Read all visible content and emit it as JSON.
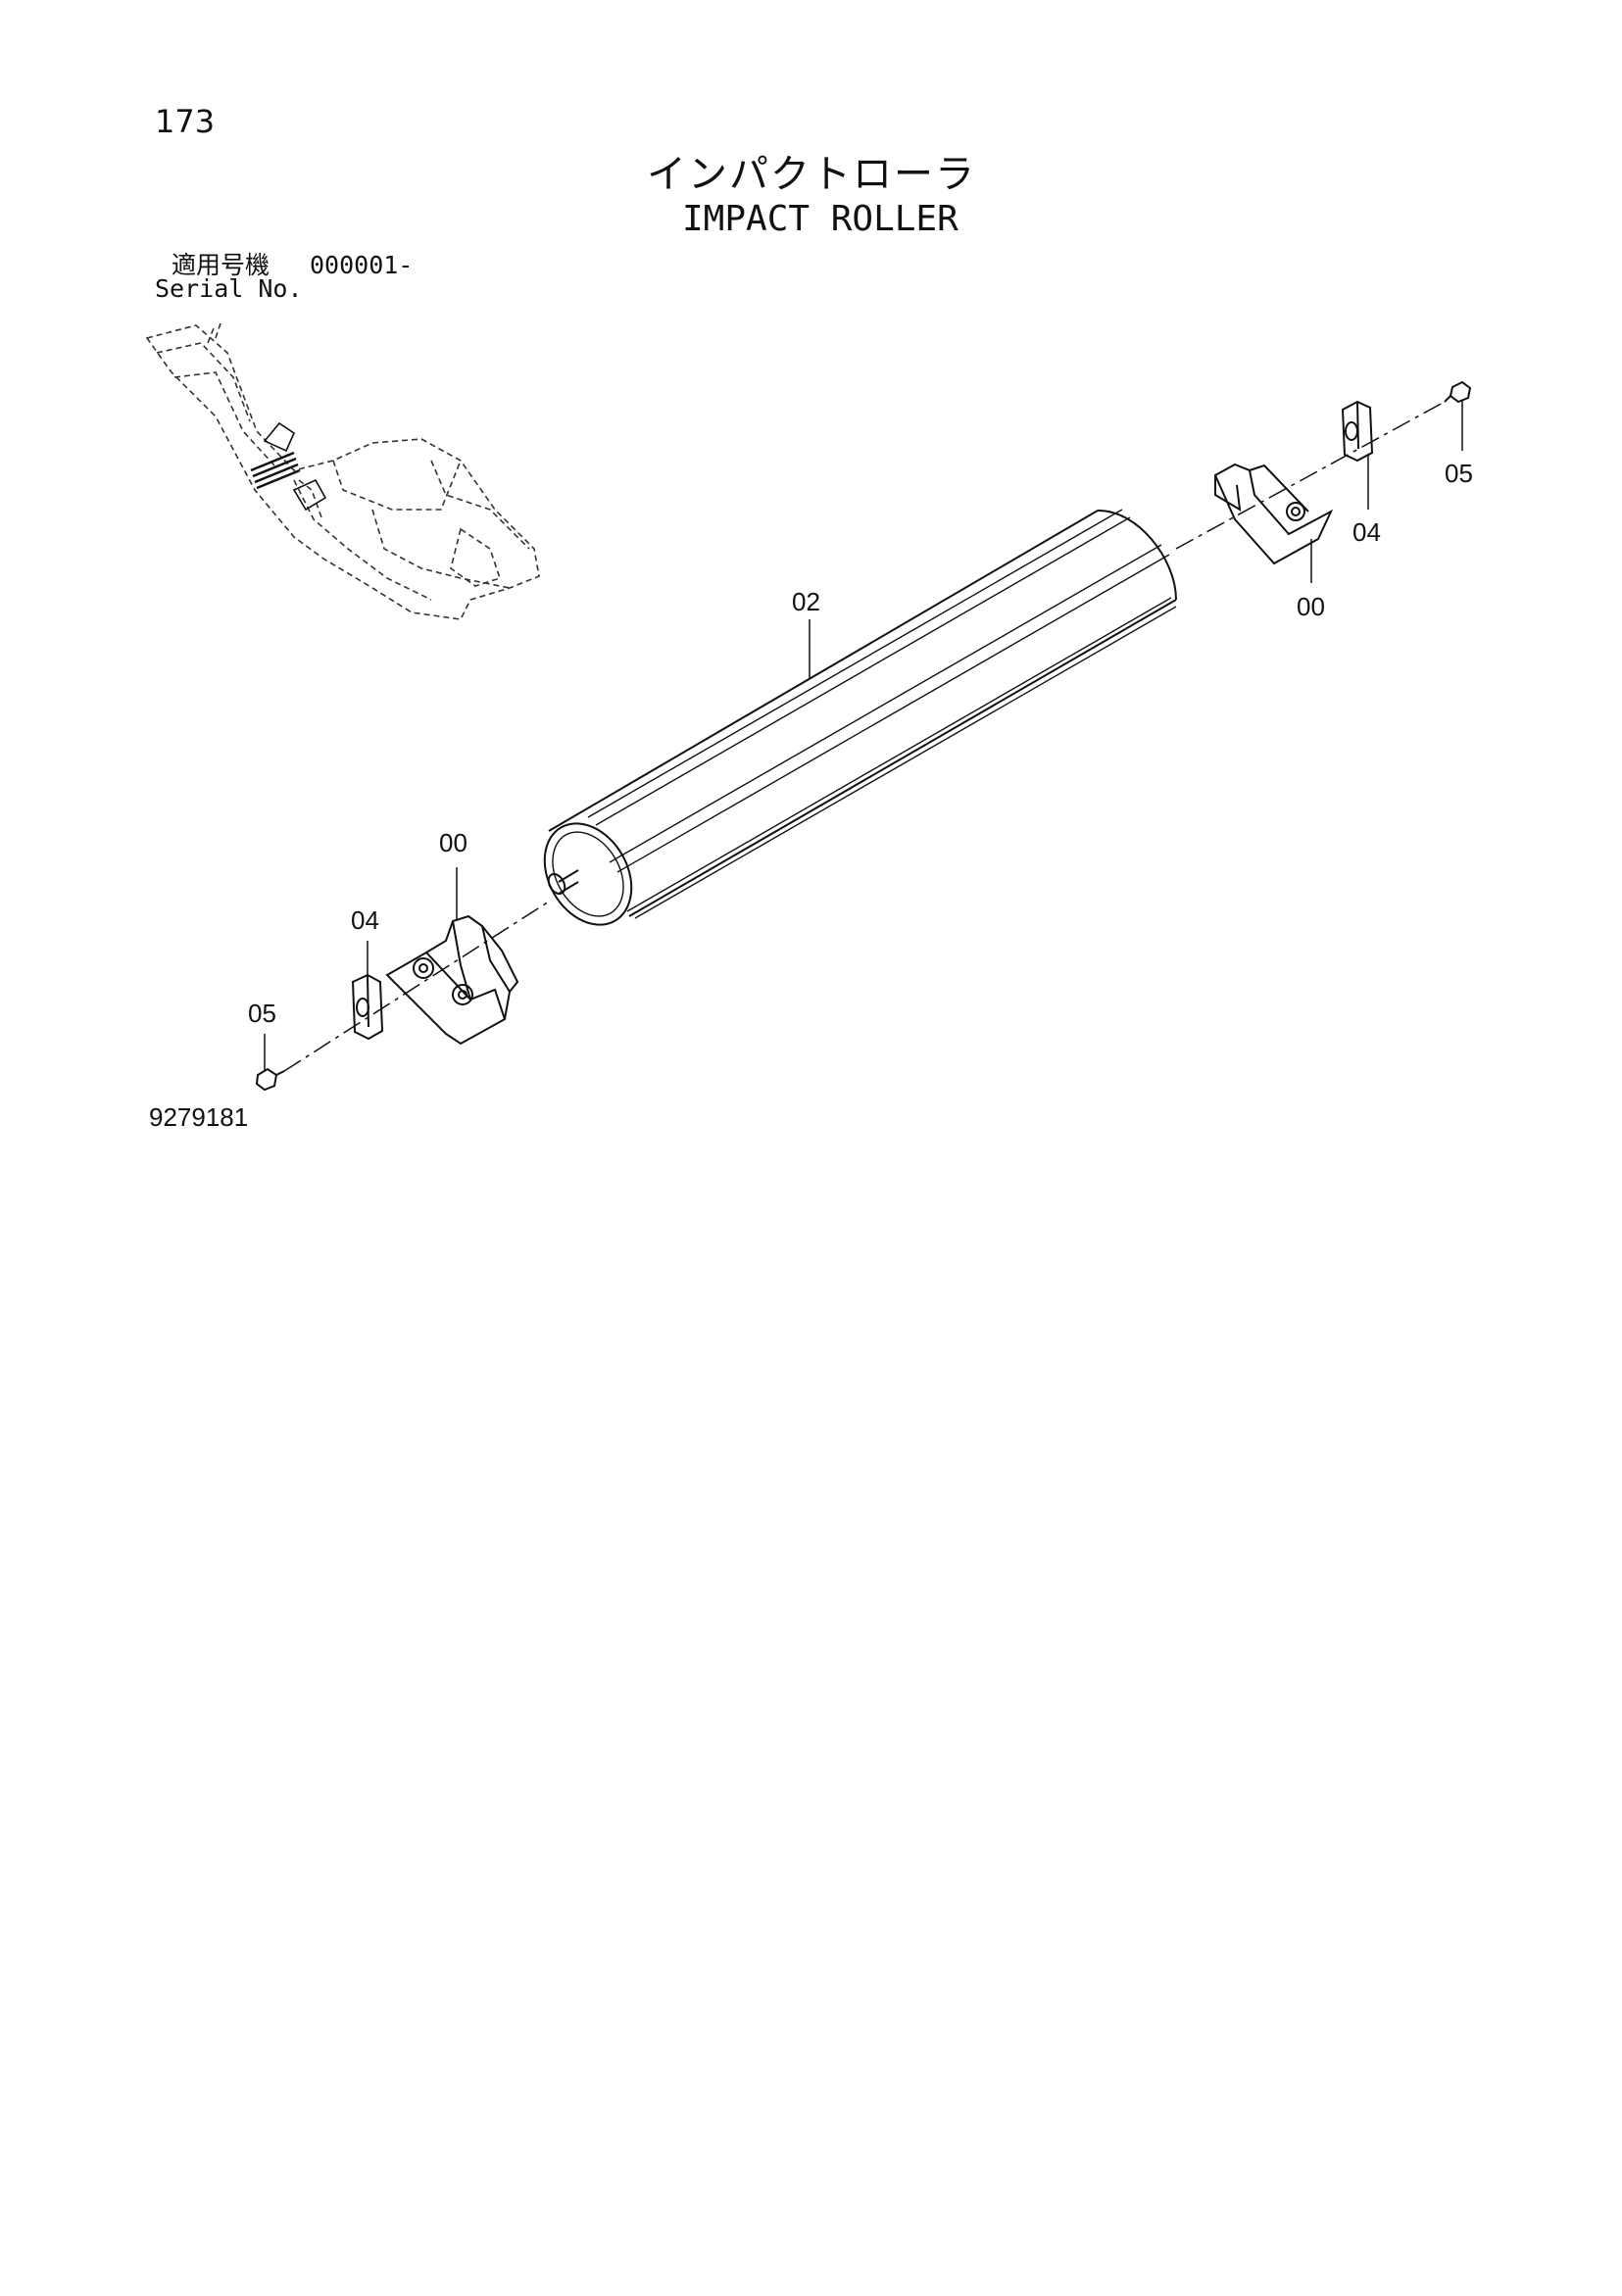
{
  "page": {
    "number": "173",
    "title_ja": "インパクトローラ",
    "title_en": "IMPACT ROLLER",
    "serial_label_ja": "適用号機",
    "serial_value": "000001-",
    "serial_label_en": "Serial No.",
    "drawing_number": "9279181"
  },
  "callouts": {
    "bracket_right": "00",
    "bracket_left": "00",
    "roller": "02",
    "plate_right": "04",
    "plate_left": "04",
    "bolt_right": "05",
    "bolt_left": "05"
  }
}
